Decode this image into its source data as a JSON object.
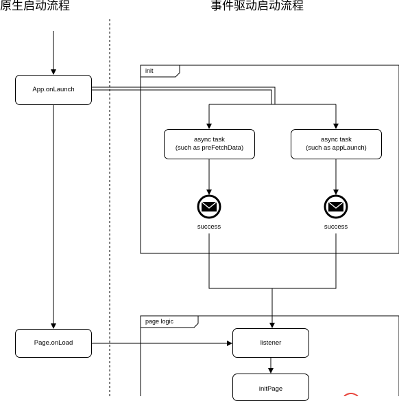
{
  "titles": {
    "left": "原生启动流程",
    "right": "事件驱动启动流程"
  },
  "native_flow": {
    "app_onlaunch": "App.onLaunch",
    "page_onload": "Page.onLoad"
  },
  "init_frame": {
    "tab": "init",
    "task_a_line1": "async task",
    "task_a_line2": "(such as preFetchData)",
    "task_b_line1": "async task",
    "task_b_line2": "(such as appLaunch)",
    "success_a": "success",
    "success_b": "success"
  },
  "page_logic_frame": {
    "tab": "page logic",
    "listener": "listener",
    "init_page": "initPage"
  },
  "icons": {
    "event": "envelope-icon",
    "mark": "red-arc-mark"
  },
  "colors": {
    "line": "#000000",
    "mark": "#e8453c"
  }
}
